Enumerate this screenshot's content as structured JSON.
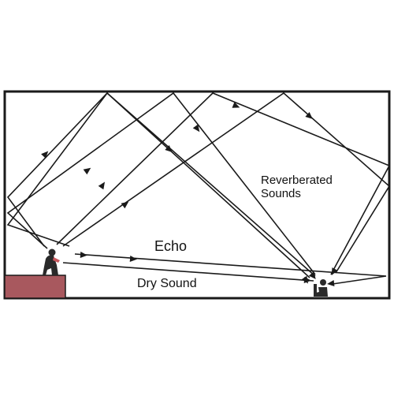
{
  "labels": {
    "reverberated_line1": "Reverberated",
    "reverberated_line2": "Sounds",
    "echo": "Echo",
    "dry_sound": "Dry Sound"
  },
  "colors": {
    "room_wall": "#1a1a1a",
    "ray": "#1a1a1a",
    "stage": "#a8585e",
    "person": "#2a2a2a"
  },
  "icons": {
    "speaker": "speaker-figure-icon",
    "listener": "seated-listener-icon"
  }
}
